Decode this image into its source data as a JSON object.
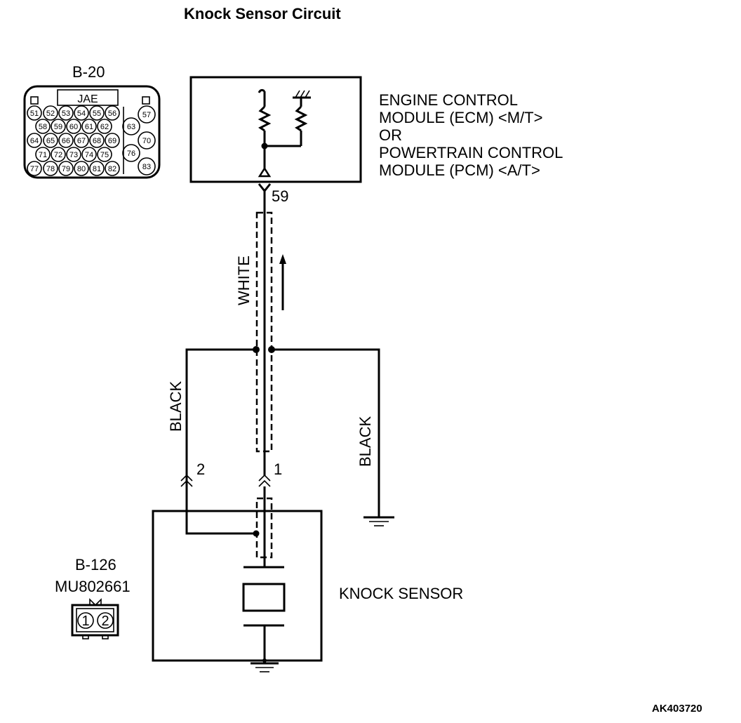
{
  "title": "Knock Sensor Circuit",
  "ecm_connector": {
    "id": "B-20",
    "maker": "JAE",
    "pins": [
      {
        "n": "51"
      },
      {
        "n": "52"
      },
      {
        "n": "53"
      },
      {
        "n": "54"
      },
      {
        "n": "55"
      },
      {
        "n": "56"
      },
      {
        "n": "57"
      },
      {
        "n": "58"
      },
      {
        "n": "59"
      },
      {
        "n": "60"
      },
      {
        "n": "61"
      },
      {
        "n": "62"
      },
      {
        "n": "63"
      },
      {
        "n": "64"
      },
      {
        "n": "65"
      },
      {
        "n": "66"
      },
      {
        "n": "67"
      },
      {
        "n": "68"
      },
      {
        "n": "69"
      },
      {
        "n": "70"
      },
      {
        "n": "71"
      },
      {
        "n": "72"
      },
      {
        "n": "73"
      },
      {
        "n": "74"
      },
      {
        "n": "75"
      },
      {
        "n": "76"
      },
      {
        "n": "77"
      },
      {
        "n": "78"
      },
      {
        "n": "79"
      },
      {
        "n": "80"
      },
      {
        "n": "81"
      },
      {
        "n": "82"
      },
      {
        "n": "83"
      }
    ]
  },
  "ecm_label": {
    "line1": "ENGINE CONTROL",
    "line2": "MODULE (ECM) <M/T>",
    "line3": "OR",
    "line4": "POWERTRAIN CONTROL",
    "line5": "MODULE (PCM) <A/T>"
  },
  "wires": {
    "ecm_terminal": "59",
    "white_label": "WHITE",
    "black_left_label": "BLACK",
    "black_right_label": "BLACK",
    "sensor_pin_2": "2",
    "sensor_pin_1": "1"
  },
  "sensor_connector": {
    "id": "B-126",
    "part_number": "MU802661",
    "pin_1": "1",
    "pin_2": "2"
  },
  "sensor_label": "KNOCK SENSOR",
  "figure_code": "AK403720"
}
